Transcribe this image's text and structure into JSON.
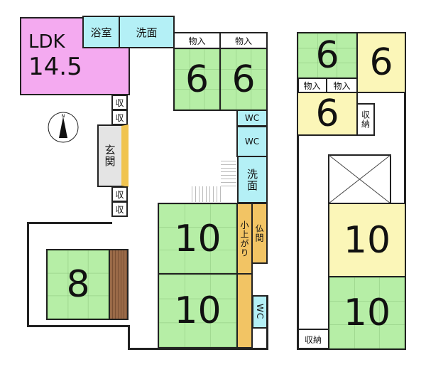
{
  "rooms": {
    "ldk_label": "LDK",
    "ldk_size": "14.5",
    "bath": "浴室",
    "washroom1": "洗面",
    "closet_a": "物入",
    "closet_b": "物入",
    "tatami_6a": "6",
    "tatami_6b": "6",
    "storage_1": "収",
    "storage_2": "収",
    "storage_3": "収",
    "storage_4": "収",
    "entrance": "玄関",
    "wc_1": "WC",
    "wc_2": "WC",
    "washroom2": "洗面",
    "tatami_10a": "10",
    "tatami_10b": "10",
    "koagari": "小上がり",
    "butsuma": "仏間",
    "wc_3": "WC",
    "tatami_8": "8"
  },
  "second_floor": {
    "tatami_6c": "6",
    "tatami_6d": "6",
    "tatami_6e": "6",
    "closet_c": "物入",
    "closet_d": "物入",
    "storage_5": "収納",
    "tatami_10c": "10",
    "tatami_10d": "10",
    "storage_6": "収納"
  },
  "compass": {
    "label": "N"
  },
  "colors": {
    "ldk": "#f4aaf0",
    "wet": "#b4f0f6",
    "tatami": "#b6eea6",
    "western": "#fbf6b8",
    "koagari": "#f2c464",
    "tokonoma": "#9a6a48"
  }
}
